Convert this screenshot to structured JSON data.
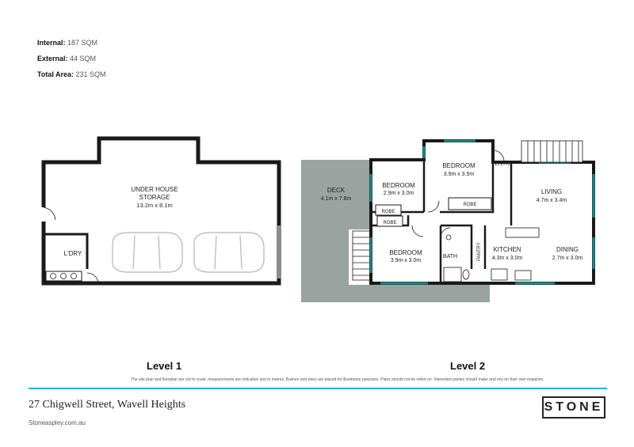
{
  "areas": {
    "internal_label": "Internal:",
    "internal_value": "187 SQM",
    "external_label": "External:",
    "external_value": "44 SQM",
    "total_label": "Total Area:",
    "total_value": "231 SQM"
  },
  "level1": {
    "title": "Level 1",
    "rooms": {
      "storage_name": "UNDER HOUSE",
      "storage_name2": "STORAGE",
      "storage_dim": "13.2m x 8.1m",
      "laundry_name": "L'DRY"
    }
  },
  "level2": {
    "title": "Level 2",
    "rooms": {
      "deck_name": "DECK",
      "deck_dim": "4.1m x 7.8m",
      "bed1_name": "BEDROOM",
      "bed1_dim": "2.9m x 3.0m",
      "bed2_name": "BEDROOM",
      "bed2_dim": "3.9m x 3.5m",
      "bed3_name": "BEDROOM",
      "bed3_dim": "3.9m x 3.0m",
      "robe1": "ROBE",
      "robe2": "ROBE",
      "robe3": "ROBE",
      "entry": "ENTRY",
      "living_name": "LIVING",
      "living_dim": "4.7m x 3.4m",
      "kitchen_name": "KITCHEN",
      "kitchen_dim": "4.3m x 3.0m",
      "dining_name": "DINING",
      "dining_dim": "2.7m x 3.0m",
      "bath": "BATH",
      "pantry": "PANTRY"
    }
  },
  "disclaimer": "The site plan and floorplan are not to scale, measurements are indicative and in metres. Bushes and trees are placed for illustration purposes. Plans should not be relied on. Interested parties should make and rely on their own enquiries.",
  "footer": {
    "address": "27 Chigwell Street, Wavell Heights",
    "website": "Stoneaspley.com.au",
    "logo": "STONE"
  },
  "colors": {
    "accent": "#27b0d8",
    "deck": "#9aa3a0",
    "window": "#1f8a8a",
    "wall": "#1a1a1a"
  }
}
